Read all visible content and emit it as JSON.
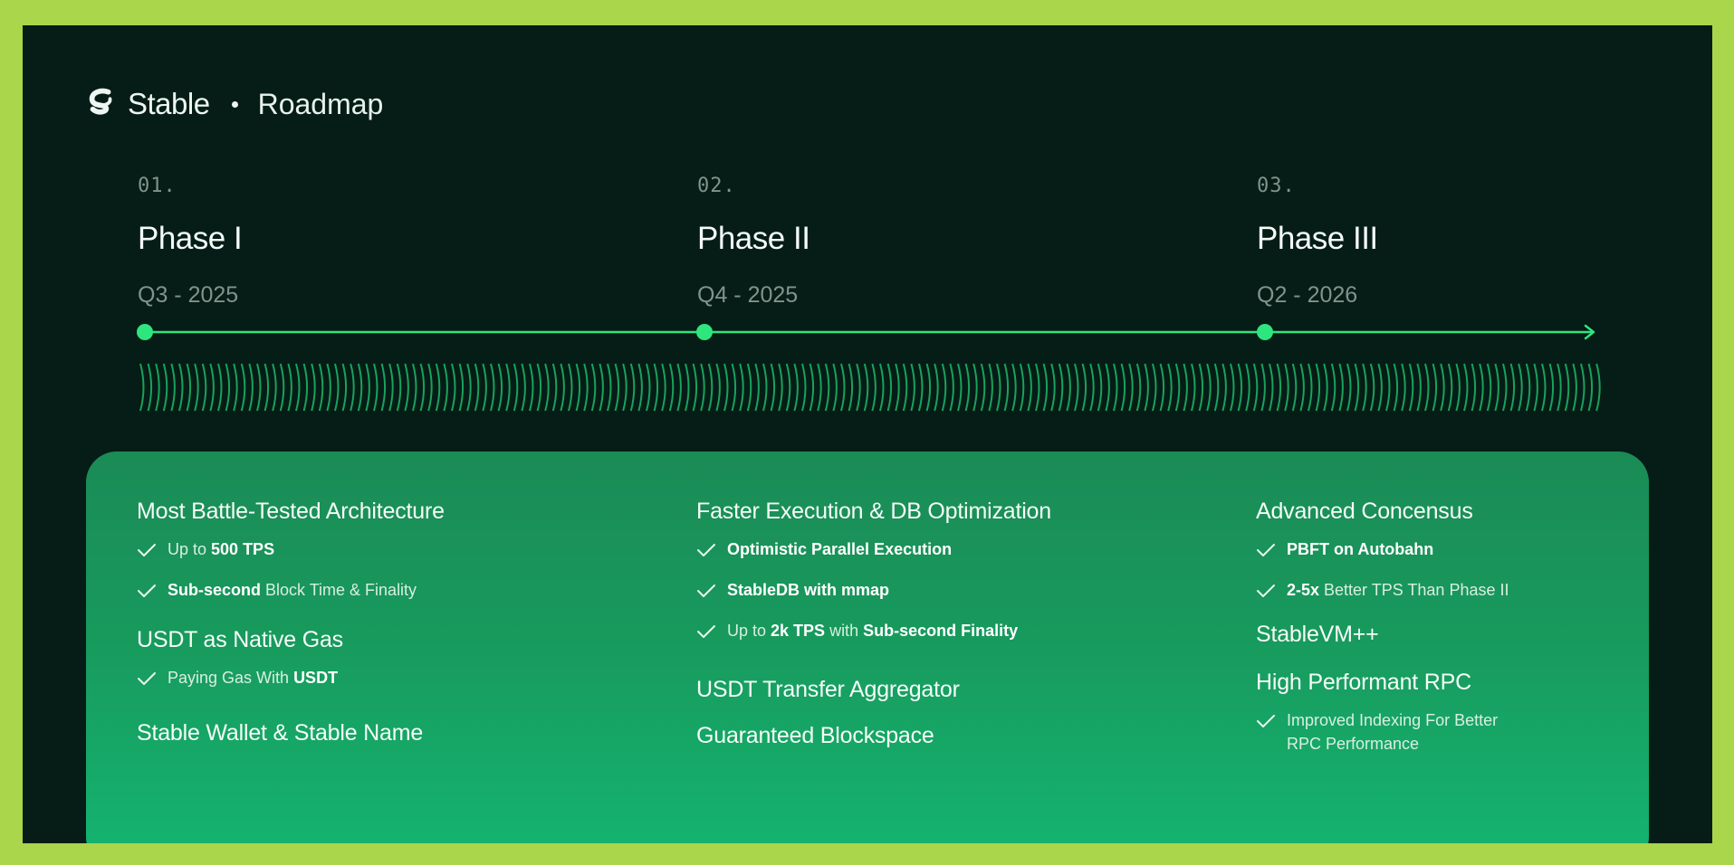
{
  "header": {
    "brand": "Stable",
    "subtitle": "Roadmap"
  },
  "phases": [
    {
      "num": "01.",
      "title": "Phase I",
      "date": "Q3 - 2025"
    },
    {
      "num": "02.",
      "title": "Phase II",
      "date": "Q4 - 2025"
    },
    {
      "num": "03.",
      "title": "Phase III",
      "date": "Q2 - 2026"
    }
  ],
  "colors": {
    "accent": "#2ee57e",
    "background": "#051d16",
    "panel_top": "#1b8b56",
    "panel_bottom": "#14b571",
    "frame": "#a9d64b"
  },
  "columns": [
    {
      "groups": [
        {
          "title": "Most Battle-Tested Architecture",
          "items": [
            {
              "pre": "Up to ",
              "bold": "500 TPS",
              "post": ""
            },
            {
              "pre": "",
              "bold": "Sub-second",
              "post": " Block Time & Finality"
            }
          ]
        },
        {
          "title": "USDT as Native Gas",
          "items": [
            {
              "pre": "Paying Gas With ",
              "bold": "USDT",
              "post": ""
            }
          ]
        },
        {
          "title": "Stable Wallet & Stable Name",
          "items": []
        }
      ]
    },
    {
      "groups": [
        {
          "title": "Faster Execution & DB Optimization",
          "items": [
            {
              "pre": "",
              "bold": "Optimistic Parallel Execution",
              "post": ""
            },
            {
              "pre": "",
              "bold": "StableDB with mmap",
              "post": ""
            },
            {
              "pre": "Up to ",
              "bold": "2k TPS",
              "post": " with ",
              "bold2": "Sub-second Finality"
            }
          ]
        },
        {
          "title": "USDT Transfer Aggregator",
          "items": []
        },
        {
          "title": "Guaranteed Blockspace",
          "items": []
        }
      ]
    },
    {
      "groups": [
        {
          "title": "Advanced Concensus",
          "items": [
            {
              "pre": "",
              "bold": "PBFT on Autobahn",
              "post": ""
            },
            {
              "pre": "",
              "bold": "2-5x",
              "post": " Better TPS Than Phase II"
            }
          ]
        },
        {
          "title": "StableVM++",
          "items": []
        },
        {
          "title": "High Performant RPC",
          "items": [
            {
              "pre": "Improved Indexing For Better RPC Performance",
              "bold": "",
              "post": ""
            }
          ]
        }
      ]
    }
  ]
}
